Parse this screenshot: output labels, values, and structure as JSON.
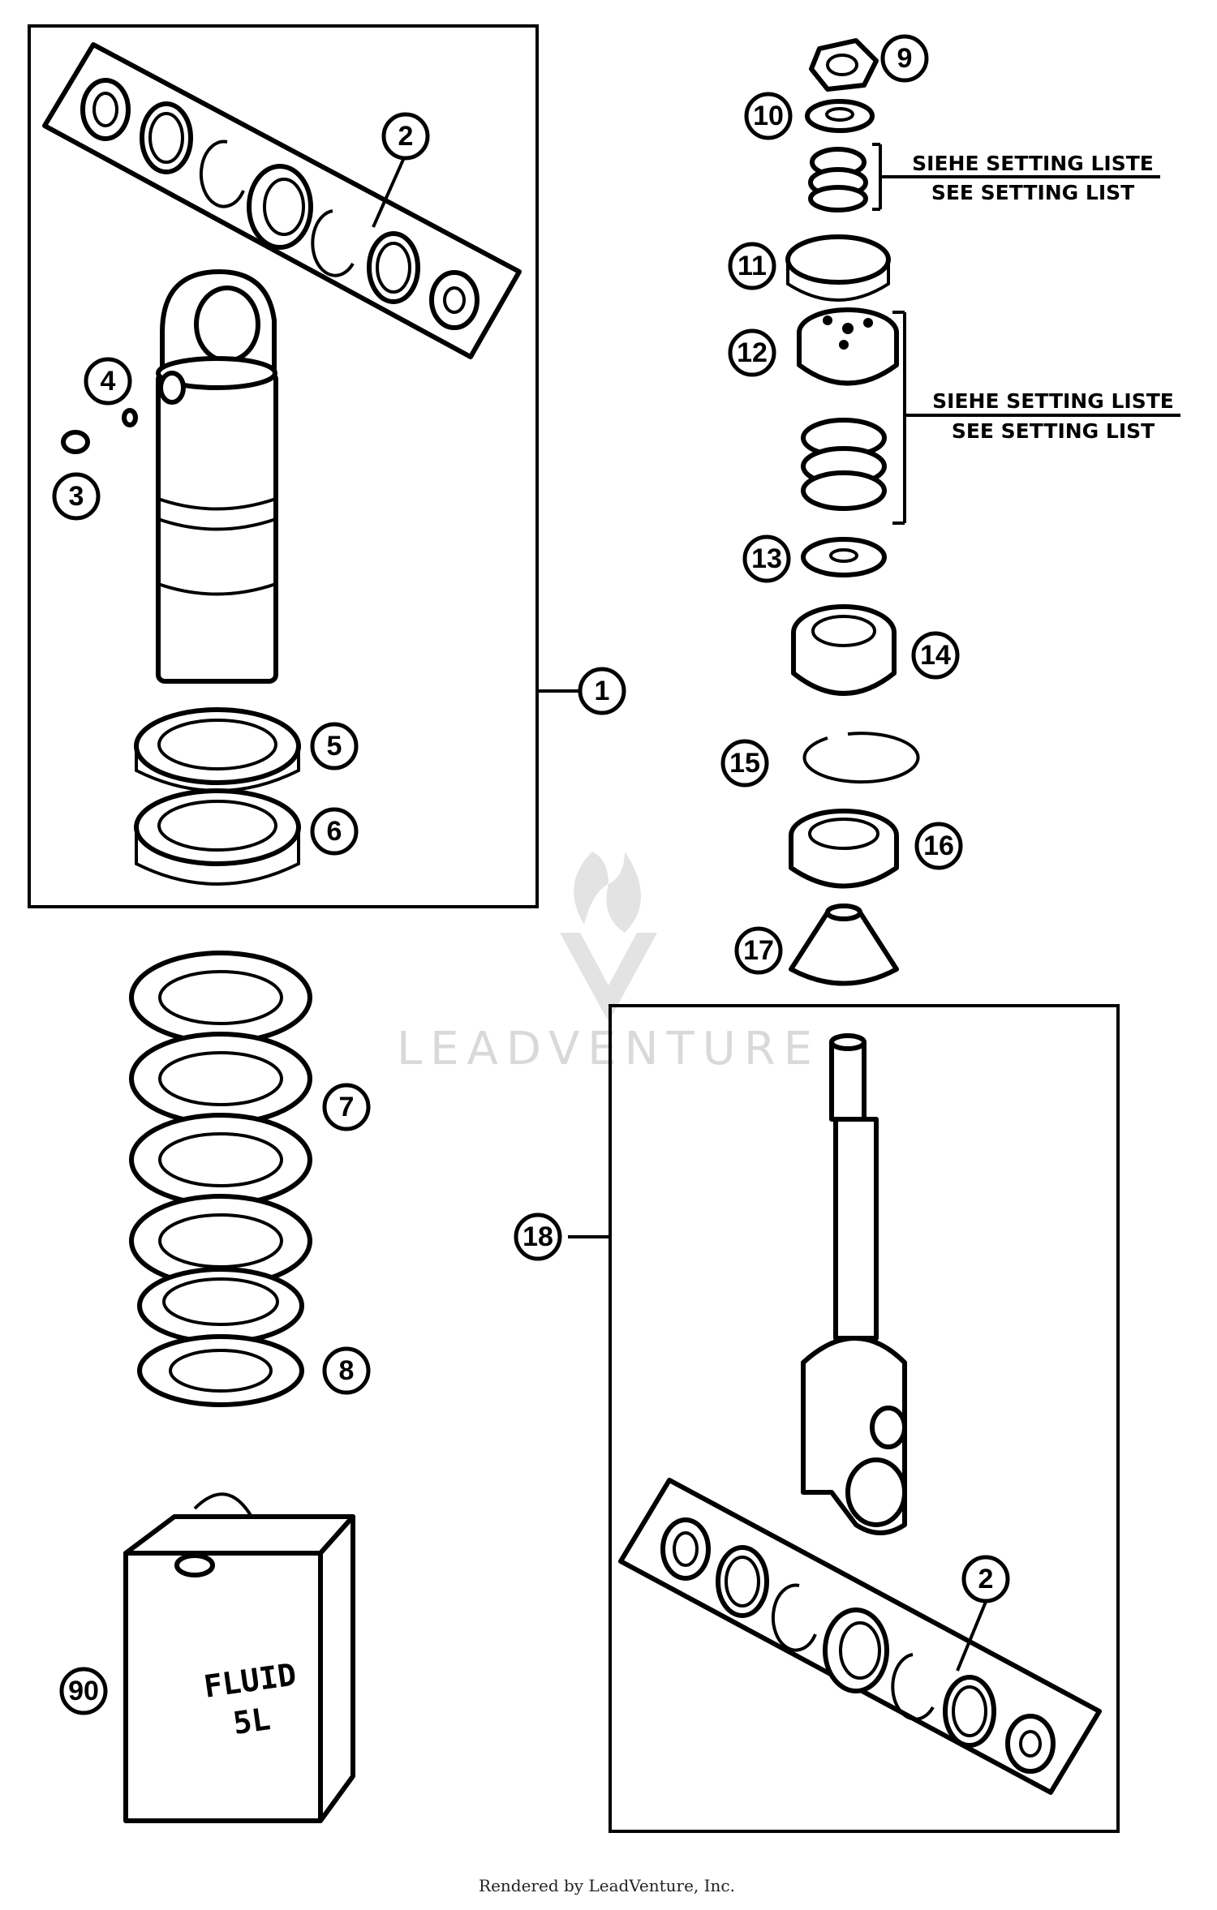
{
  "callouts": [
    {
      "label": "9"
    },
    {
      "label": "10"
    },
    {
      "label": "11"
    },
    {
      "label": "12"
    },
    {
      "label": "13"
    },
    {
      "label": "14"
    },
    {
      "label": "15"
    },
    {
      "label": "16"
    },
    {
      "label": "17"
    },
    {
      "label": "2"
    },
    {
      "label": "4"
    },
    {
      "label": "3"
    },
    {
      "label": "1"
    },
    {
      "label": "5"
    },
    {
      "label": "6"
    },
    {
      "label": "7"
    },
    {
      "label": "8"
    },
    {
      "label": "18"
    },
    {
      "label": "2"
    },
    {
      "label": "90"
    }
  ],
  "notes": {
    "setting_top": {
      "line1": "SIEHE SETTING LISTE",
      "line2": "SEE SETTING LIST"
    },
    "setting_mid": {
      "line1": "SIEHE SETTING LISTE",
      "line2": "SEE SETTING LIST"
    }
  },
  "container_label": {
    "line1": "FLUID",
    "line2": "5L"
  },
  "watermark": "LEADVENTURE",
  "footer": "Rendered by LeadVenture, Inc."
}
